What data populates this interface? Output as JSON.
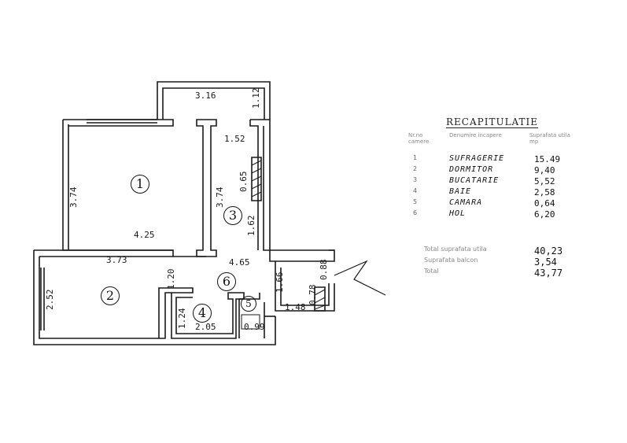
{
  "floor_plan": {
    "dimensions": [
      "3.16",
      "1.12",
      "1.52",
      "3.74",
      "0.65",
      "3.74",
      "4.25",
      "1.62",
      "3.73",
      "4.65",
      "1.20",
      "2.52",
      "1.66",
      "1.24",
      "2.05",
      "0.78",
      "0.88",
      "1.48",
      "0.99"
    ],
    "rooms": [
      "1",
      "2",
      "3",
      "4",
      "5",
      "6"
    ]
  },
  "table": {
    "title": "RECAPITULATIE",
    "headers": [
      "Nr.no camere",
      "Denumire incapere",
      "Suprafata utila mp"
    ],
    "rows": [
      {
        "idx": "1",
        "name": "SUFRAGERIE",
        "value": "15.49"
      },
      {
        "idx": "2",
        "name": "DORMITOR",
        "value": "9,40"
      },
      {
        "idx": "3",
        "name": "BUCATARIE",
        "value": "5,52"
      },
      {
        "idx": "4",
        "name": "BAIE",
        "value": "2,58"
      },
      {
        "idx": "5",
        "name": "CAMARA",
        "value": "0,64"
      },
      {
        "idx": "6",
        "name": "HOL",
        "value": "6,20"
      }
    ],
    "totals": [
      {
        "label": "Total suprafata utila",
        "value": "40,23"
      },
      {
        "label": "Suprafata balcon",
        "value": "3,54"
      },
      {
        "label": "Total",
        "value": "43,77"
      }
    ]
  }
}
